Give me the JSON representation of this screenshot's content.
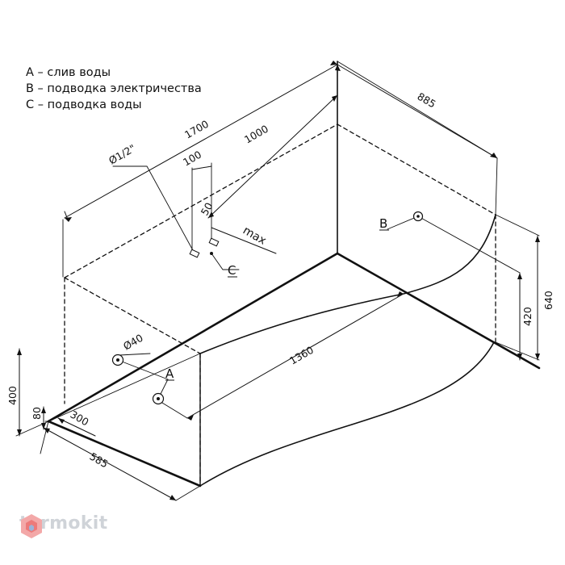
{
  "legend": {
    "a": "A – слив воды",
    "b": "B – подводка электричества",
    "c": "C – подводка воды"
  },
  "dimensions": {
    "length": "1700",
    "d1000": "1000",
    "d885": "885",
    "d100": "100",
    "pipe": "Ø1/2\"",
    "d50": "50",
    "max": "max",
    "d1360": "1360",
    "d640": "640",
    "d420": "420",
    "d400": "400",
    "d80": "80",
    "d300": "300",
    "d585": "585",
    "drain_dia": "Ø40"
  },
  "markers": {
    "a": "A",
    "b": "B",
    "c": "C"
  },
  "watermark": {
    "text": "termokit"
  }
}
